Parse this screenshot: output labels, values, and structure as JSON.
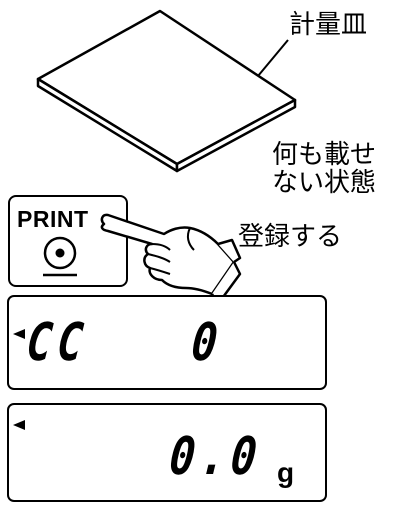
{
  "labels": {
    "pan": "計量皿",
    "empty_line1": "何も載せ",
    "empty_line2": "ない状態",
    "register": "登録する"
  },
  "print_key": {
    "label": "PRINT"
  },
  "display1": {
    "mode": "CC",
    "value": "0"
  },
  "display2": {
    "value": "0.0",
    "unit": "g"
  }
}
